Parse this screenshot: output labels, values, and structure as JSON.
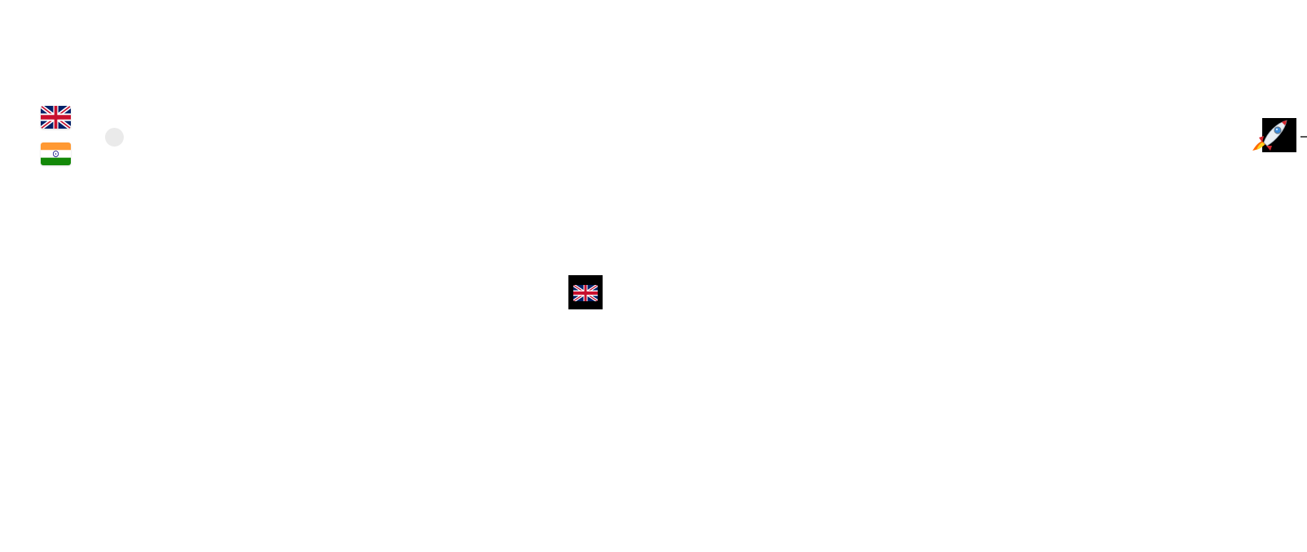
{
  "language_options": [
    {
      "id": "en-gb",
      "icon": "uk-flag-icon",
      "colors": {
        "field": "#012169",
        "cross": "#C8102E",
        "saltire": "#FFFFFF"
      }
    },
    {
      "id": "en-in",
      "icon": "india-flag-icon",
      "colors": {
        "saffron": "#FF9933",
        "white": "#FFFFFF",
        "green": "#138808",
        "chakra": "#000080"
      }
    }
  ],
  "selected_language": {
    "id": "en-gb",
    "icon": "uk-flag-icon"
  },
  "decorations": {
    "indicator_dot": {
      "icon": "loading-dot",
      "color": "#e8e8e8"
    },
    "rocket": {
      "icon": "rocket-icon"
    },
    "trail": {
      "icon": "dashed-trail",
      "color": "#555555"
    }
  }
}
